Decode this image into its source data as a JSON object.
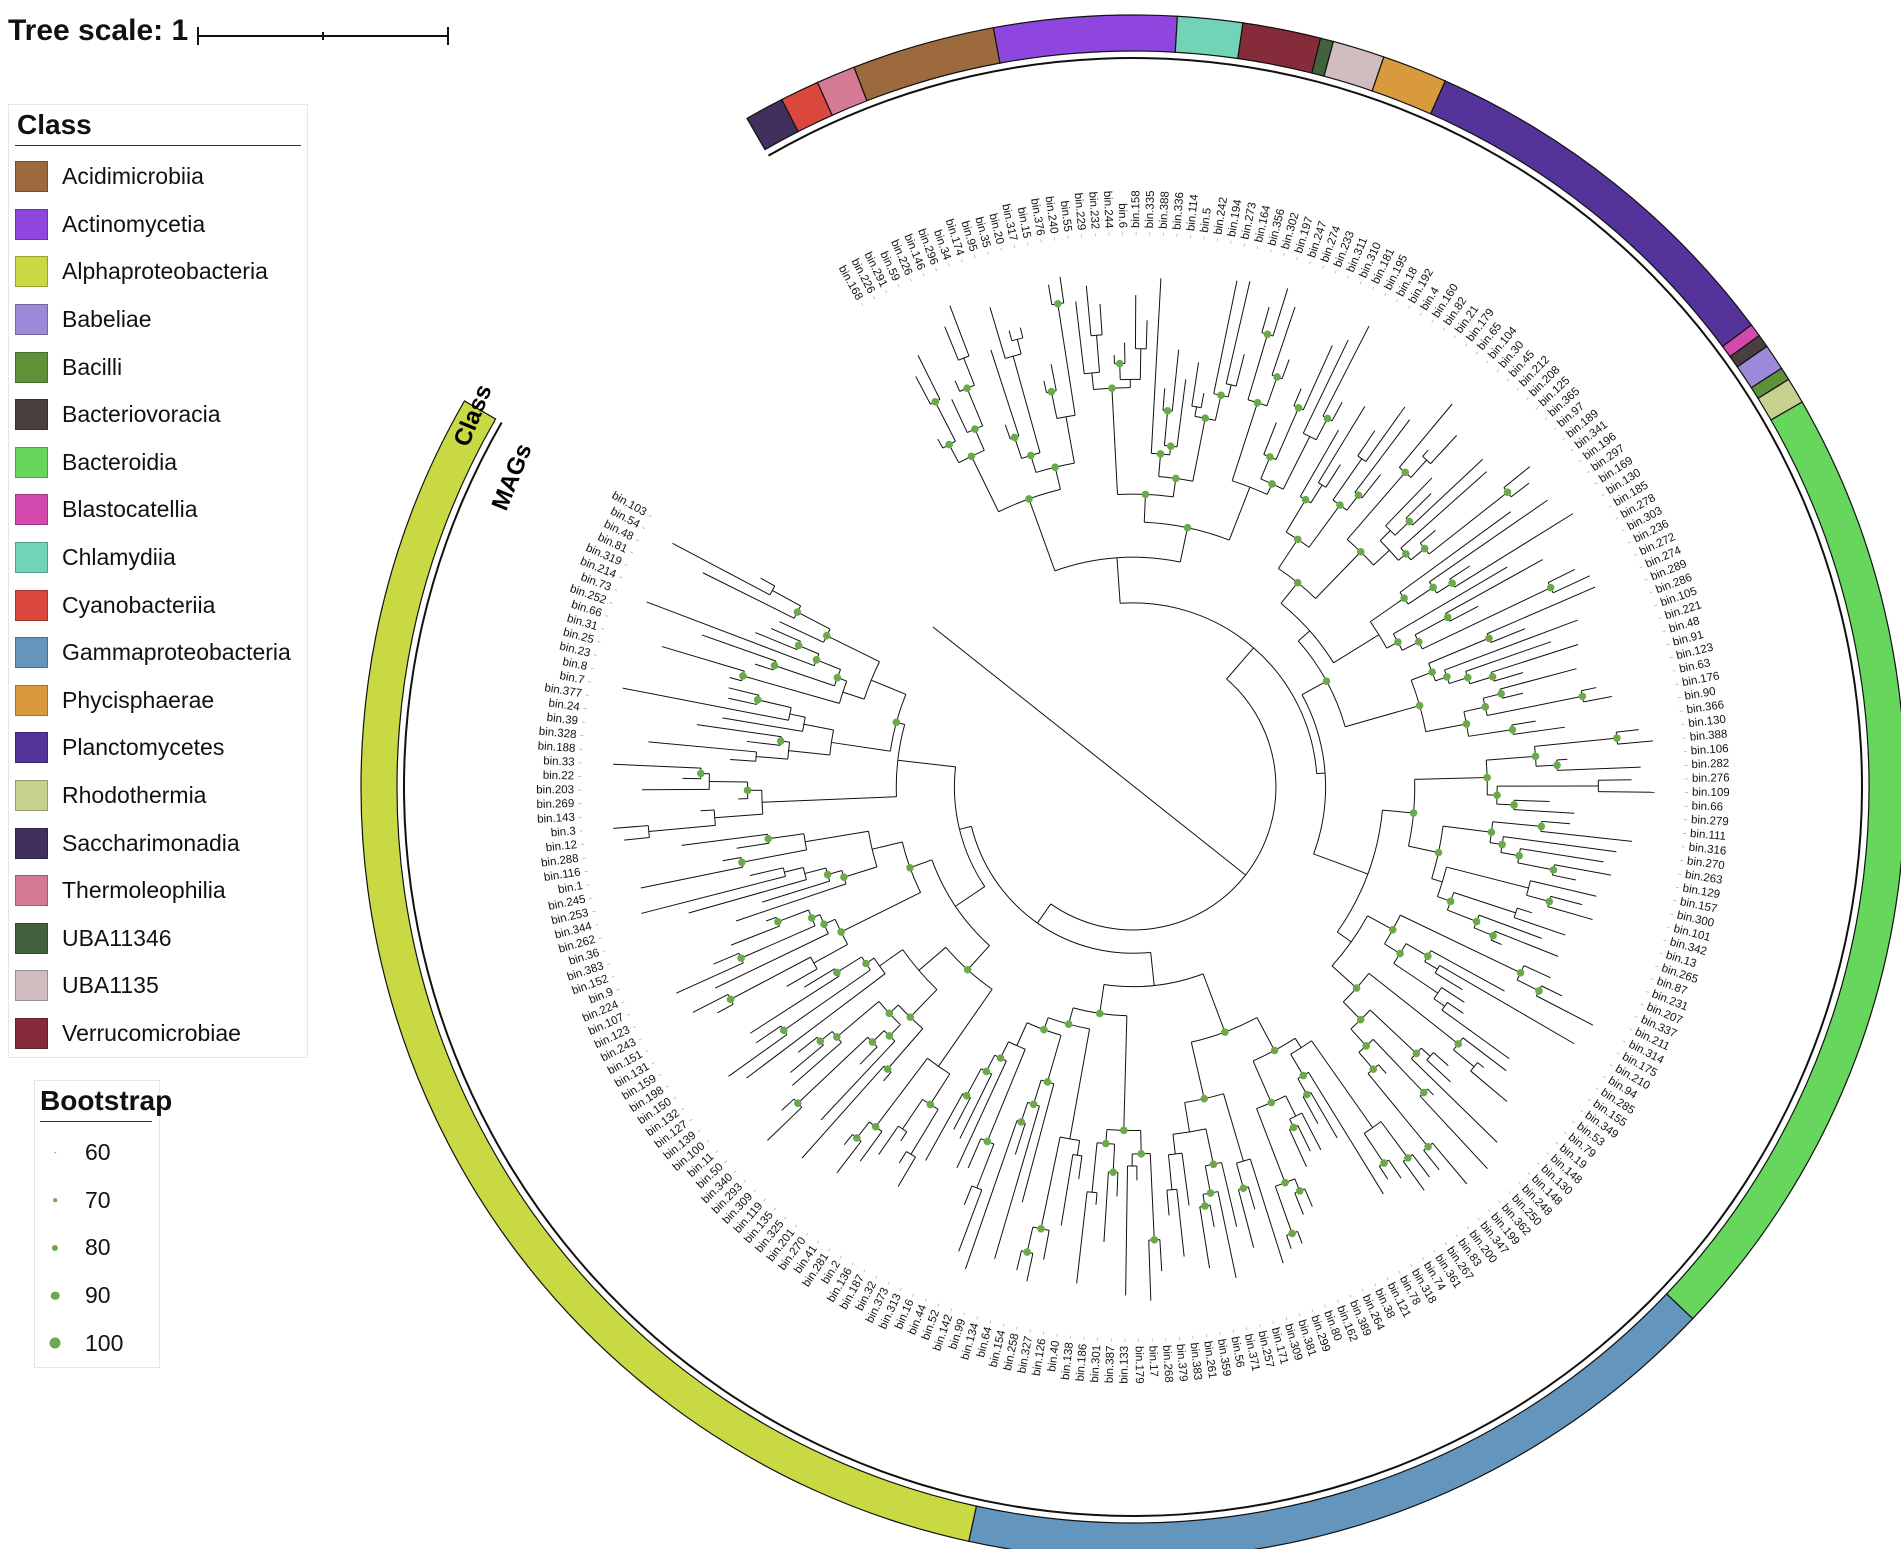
{
  "tree_scale": {
    "label": "Tree scale: 1"
  },
  "class_legend": {
    "title": "Class",
    "items": [
      {
        "label": "Acidimicrobiia",
        "color": "#9c6a3c"
      },
      {
        "label": "Actinomycetia",
        "color": "#8f46de"
      },
      {
        "label": "Alphaproteobacteria",
        "color": "#c9d944"
      },
      {
        "label": "Babeliae",
        "color": "#9b89d9"
      },
      {
        "label": "Bacilli",
        "color": "#5f913a"
      },
      {
        "label": "Bacteriovoracia",
        "color": "#4a3f3f"
      },
      {
        "label": "Bacteroidia",
        "color": "#66d65c"
      },
      {
        "label": "Blastocatellia",
        "color": "#d449ad"
      },
      {
        "label": "Chlamydiia",
        "color": "#72d4b7"
      },
      {
        "label": "Cyanobacteriia",
        "color": "#d9473d"
      },
      {
        "label": "Gammaproteobacteria",
        "color": "#6495bd"
      },
      {
        "label": "Phycisphaerae",
        "color": "#d99a3e"
      },
      {
        "label": "Planctomycetes",
        "color": "#54339a"
      },
      {
        "label": "Rhodothermia",
        "color": "#c8d08e"
      },
      {
        "label": "Saccharimonadia",
        "color": "#412f5c"
      },
      {
        "label": "Thermoleophilia",
        "color": "#d47a94"
      },
      {
        "label": "UBA11346",
        "color": "#44613d"
      },
      {
        "label": "UBA1135",
        "color": "#d1bcc0"
      },
      {
        "label": "Verrucomicrobiae",
        "color": "#862b3a"
      }
    ]
  },
  "bootstrap_legend": {
    "title": "Bootstrap",
    "items": [
      {
        "label": "60",
        "value": 60
      },
      {
        "label": "70",
        "value": 70
      },
      {
        "label": "80",
        "value": 80
      },
      {
        "label": "90",
        "value": 90
      },
      {
        "label": "100",
        "value": 100
      }
    ],
    "color": "#6ba94a"
  },
  "tree": {
    "ring_labels": {
      "class": "Class",
      "mags": "MAGs"
    },
    "class_ring": [
      {
        "class": "Saccharimonadia",
        "color": "#412f5c"
      },
      {
        "class": "Cyanobacteriia",
        "color": "#d9473d"
      },
      {
        "class": "Thermoleophilia",
        "color": "#d47a94"
      },
      {
        "class": "Acidimicrobiia",
        "color": "#9c6a3c"
      },
      {
        "class": "Actinomycetia",
        "color": "#8f46de"
      },
      {
        "class": "Chlamydiia",
        "color": "#72d4b7"
      },
      {
        "class": "Verrucomicrobiae",
        "color": "#862b3a"
      },
      {
        "class": "UBA11346",
        "color": "#44613d"
      },
      {
        "class": "UBA1135",
        "color": "#d1bcc0"
      },
      {
        "class": "Phycisphaerae",
        "color": "#d99a3e"
      },
      {
        "class": "Planctomycetes",
        "color": "#54339a"
      },
      {
        "class": "Blastocatellia",
        "color": "#d449ad"
      },
      {
        "class": "Bacteriovoracia",
        "color": "#4a3f3f"
      },
      {
        "class": "Babeliae",
        "color": "#9b89d9"
      },
      {
        "class": "Bacilli",
        "color": "#5f913a"
      },
      {
        "class": "Rhodothermia",
        "color": "#c8d08e"
      },
      {
        "class": "Bacteroidia",
        "color": "#66d65c"
      },
      {
        "class": "Gammaproteobacteria",
        "color": "#6495bd"
      },
      {
        "class": "Alphaproteobacteria",
        "color": "#c9d944"
      }
    ],
    "tip_labels": [
      "bin.168",
      "bin.226",
      "bin.291",
      "bin.59",
      "bin.226",
      "bin.146",
      "bin.296",
      "bin.34",
      "bin.174",
      "bin.95",
      "bin.35",
      "bin.20",
      "bin.317",
      "bin.15",
      "bin.376",
      "bin.240",
      "bin.55",
      "bin.229",
      "bin.232",
      "bin.244",
      "bin.6",
      "bin.158",
      "bin.335",
      "bin.388",
      "bin.336",
      "bin.114",
      "bin.5",
      "bin.242",
      "bin.194",
      "bin.273",
      "bin.164",
      "bin.356",
      "bin.302",
      "bin.197",
      "bin.247",
      "bin.274",
      "bin.233",
      "bin.311",
      "bin.310",
      "bin.181",
      "bin.195",
      "bin.18",
      "bin.192",
      "bin.4",
      "bin.160",
      "bin.82",
      "bin.21",
      "bin.179",
      "bin.65",
      "bin.104",
      "bin.30",
      "bin.45",
      "bin.212",
      "bin.208",
      "bin.125",
      "bin.365",
      "bin.97",
      "bin.189",
      "bin.341",
      "bin.196",
      "bin.297",
      "bin.169",
      "bin.130",
      "bin.185",
      "bin.278",
      "bin.303",
      "bin.236",
      "bin.272",
      "bin.274",
      "bin.289",
      "bin.286",
      "bin.105",
      "bin.221",
      "bin.48",
      "bin.91",
      "bin.123",
      "bin.63",
      "bin.176",
      "bin.90",
      "bin.366",
      "bin.130",
      "bin.388",
      "bin.106",
      "bin.282",
      "bin.276",
      "bin.109",
      "bin.66",
      "bin.279",
      "bin.111",
      "bin.316",
      "bin.270",
      "bin.263",
      "bin.129",
      "bin.157",
      "bin.300",
      "bin.101",
      "bin.342",
      "bin.13",
      "bin.265",
      "bin.87",
      "bin.231",
      "bin.207",
      "bin.337",
      "bin.211",
      "bin.314",
      "bin.175",
      "bin.210",
      "bin.94",
      "bin.285",
      "bin.155",
      "bin.349",
      "bin.53",
      "bin.79",
      "bin.19",
      "bin.148",
      "bin.130",
      "bin.148",
      "bin.248",
      "bin.250",
      "bin.362",
      "bin.199",
      "bin.347",
      "bin.200",
      "bin.83",
      "bin.267",
      "bin.361",
      "bin.74",
      "bin.318",
      "bin.78",
      "bin.121",
      "bin.38",
      "bin.264",
      "bin.389",
      "bin.162",
      "bin.80",
      "bin.299",
      "bin.381",
      "bin.309",
      "bin.171",
      "bin.257",
      "bin.371",
      "bin.56",
      "bin.359",
      "bin.261",
      "bin.383",
      "bin.379",
      "bin.268",
      "bin.17",
      "bin.179",
      "bin.133",
      "bin.387",
      "bin.301",
      "bin.186",
      "bin.138",
      "bin.40",
      "bin.126",
      "bin.327",
      "bin.258",
      "bin.154",
      "bin.64",
      "bin.134",
      "bin.99",
      "bin.142",
      "bin.52",
      "bin.44",
      "bin.16",
      "bin.313",
      "bin.373",
      "bin.32",
      "bin.187",
      "bin.136",
      "bin.2",
      "bin.281",
      "bin.41",
      "bin.270",
      "bin.201",
      "bin.325",
      "bin.135",
      "bin.119",
      "bin.309",
      "bin.293",
      "bin.340",
      "bin.50",
      "bin.11",
      "bin.100",
      "bin.139",
      "bin.127",
      "bin.132",
      "bin.150",
      "bin.198",
      "bin.159",
      "bin.131",
      "bin.151",
      "bin.243",
      "bin.123",
      "bin.107",
      "bin.224",
      "bin.9",
      "bin.152",
      "bin.383",
      "bin.36",
      "bin.262",
      "bin.344",
      "bin.253",
      "bin.245",
      "bin.1",
      "bin.116",
      "bin.288",
      "bin.12",
      "bin.3",
      "bin.143",
      "bin.269",
      "bin.203",
      "bin.22",
      "bin.33",
      "bin.188",
      "bin.328",
      "bin.39",
      "bin.24",
      "bin.377",
      "bin.7",
      "bin.8",
      "bin.23",
      "bin.25",
      "bin.31",
      "bin.66",
      "bin.252",
      "bin.73",
      "bin.214",
      "bin.319",
      "bin.81",
      "bin.48",
      "bin.54",
      "bin.103"
    ]
  }
}
